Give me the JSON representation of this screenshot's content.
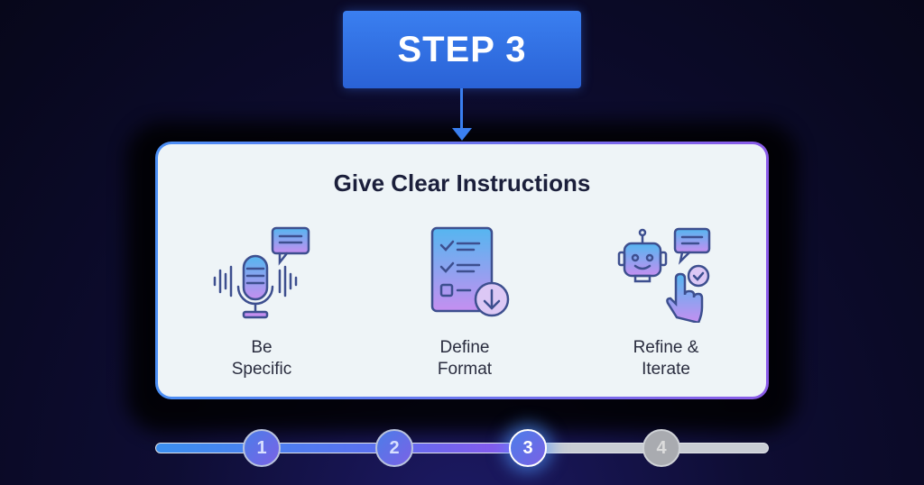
{
  "step_label": "STEP 3",
  "card": {
    "title": "Give Clear Instructions",
    "items": [
      {
        "icon": "microphone-chat-icon",
        "line1": "Be",
        "line2": "Specific"
      },
      {
        "icon": "checklist-download-icon",
        "line1": "Define",
        "line2": "Format"
      },
      {
        "icon": "robot-hand-check-icon",
        "line1": "Refine &",
        "line2": "Iterate"
      }
    ]
  },
  "progress": {
    "current": 3,
    "total": 4,
    "fraction": 0.6,
    "steps": [
      "1",
      "2",
      "3",
      "4"
    ]
  },
  "colors": {
    "accent": "#3a7ff0",
    "purple": "#8a5be8",
    "card_bg": "#eef4f7"
  }
}
